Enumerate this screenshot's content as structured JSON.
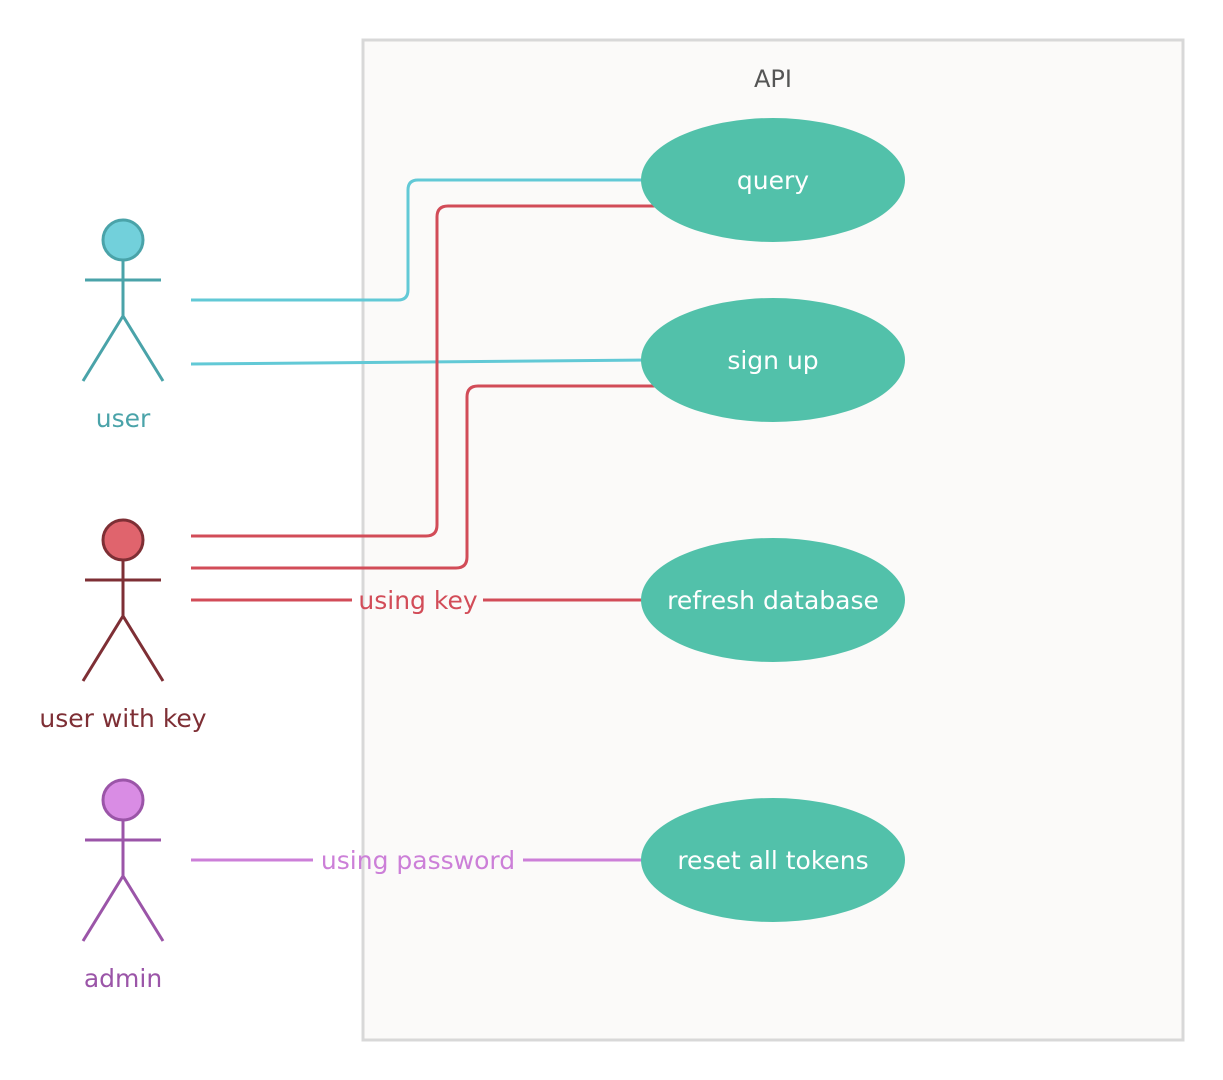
{
  "system": {
    "title": "API"
  },
  "actors": {
    "user": {
      "label": "user",
      "head_color": "#72d0db",
      "stroke_color": "#4aa3a9",
      "label_color": "#4aa3a9"
    },
    "user_with_key": {
      "label": "user with key",
      "head_color": "#e0646d",
      "stroke_color": "#7e2f35",
      "label_color": "#7e2f35"
    },
    "admin": {
      "label": "admin",
      "head_color": "#d98ce4",
      "stroke_color": "#9b55a8",
      "label_color": "#9b55a8"
    }
  },
  "use_cases": {
    "query": {
      "label": "query"
    },
    "sign_up": {
      "label": "sign up"
    },
    "refresh_database": {
      "label": "refresh database"
    },
    "reset_all_tokens": {
      "label": "reset all tokens"
    }
  },
  "use_case_color": "#52c1aa",
  "edges": {
    "user_query": {
      "from": "user",
      "to": "query",
      "label": "",
      "color": "#62c9d6"
    },
    "user_sign_up": {
      "from": "user",
      "to": "sign up",
      "label": "",
      "color": "#62c9d6"
    },
    "key_query": {
      "from": "user with key",
      "to": "query",
      "label": "",
      "color": "#d24c58"
    },
    "key_sign_up": {
      "from": "user with key",
      "to": "sign up",
      "label": "",
      "color": "#d24c58"
    },
    "key_refresh": {
      "from": "user with key",
      "to": "refresh database",
      "label": "using key",
      "color": "#d24c58"
    },
    "admin_reset": {
      "from": "admin",
      "to": "reset all tokens",
      "label": "using password",
      "color": "#cc7fd8"
    }
  }
}
